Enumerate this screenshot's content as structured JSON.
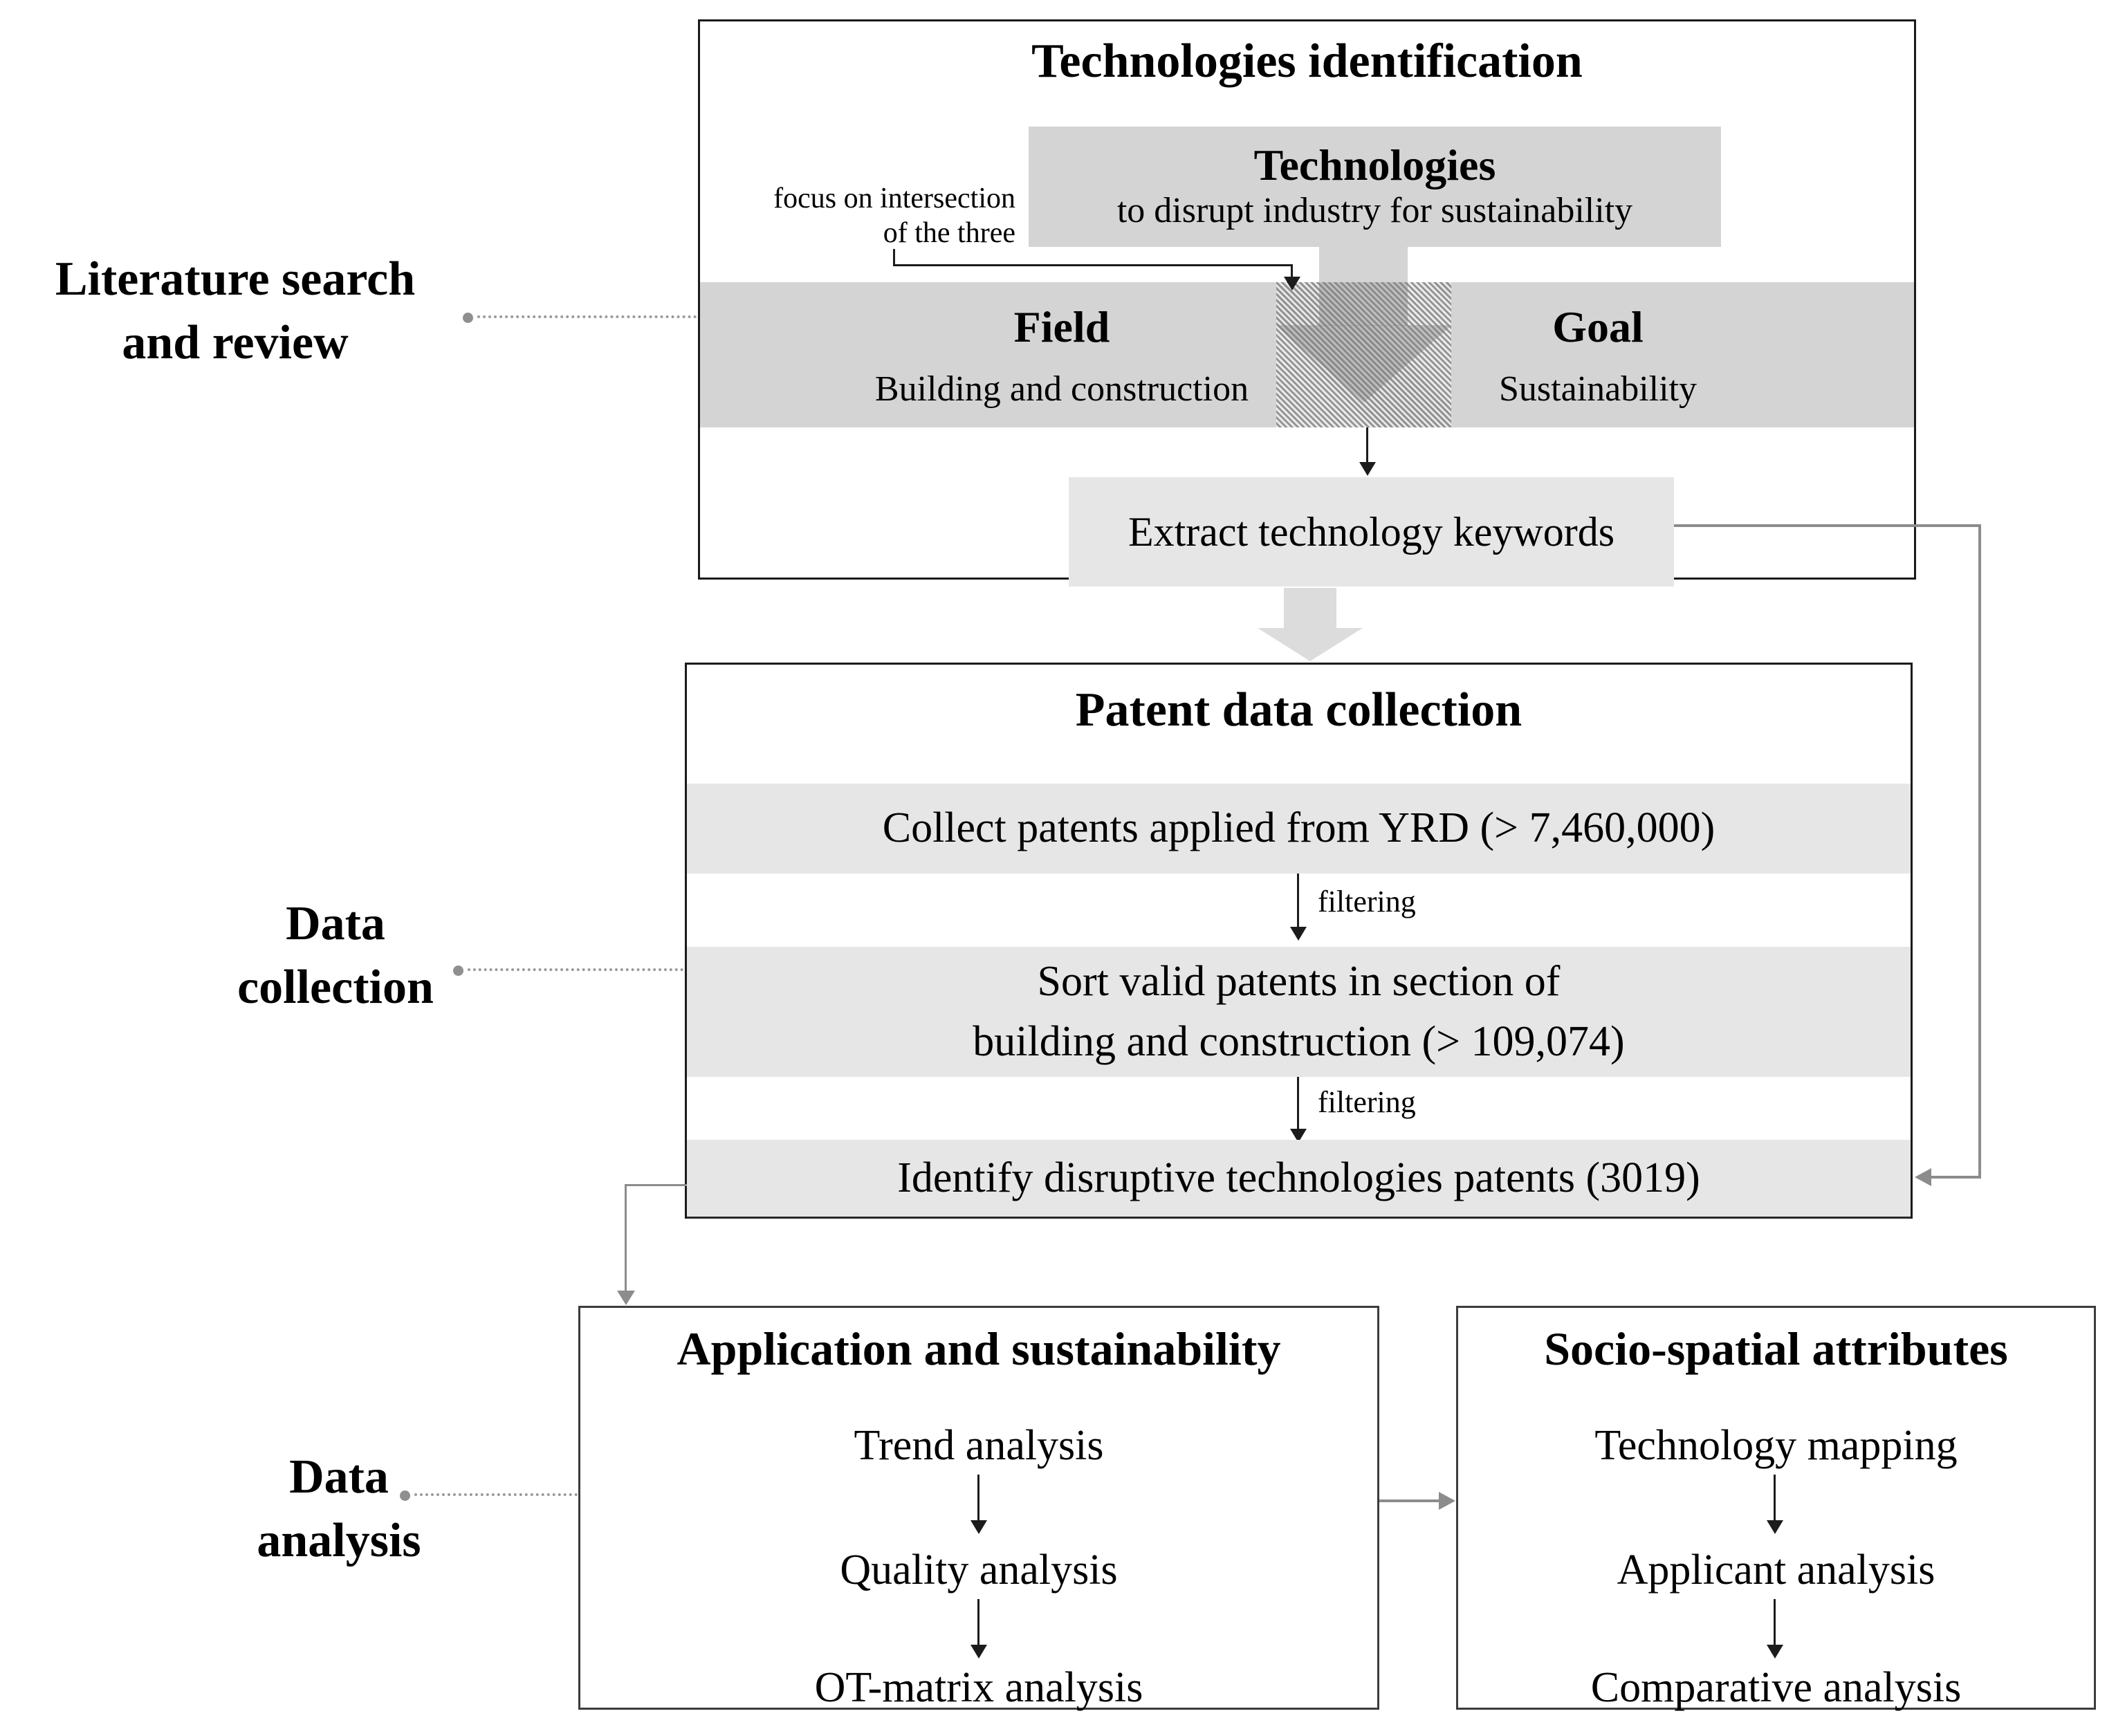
{
  "stage_labels": {
    "literature": {
      "line1": "Literature search",
      "line2": "and review"
    },
    "collection": {
      "line1": "Data",
      "line2": "collection"
    },
    "analysis": {
      "line1": "Data",
      "line2": "analysis"
    }
  },
  "tech_identification": {
    "title": "Technologies identification",
    "technologies_box": {
      "title": "Technologies",
      "subtitle": "to disrupt industry for sustainability"
    },
    "focus_note": {
      "line1": "focus on intersection",
      "line2": "of the three"
    },
    "field_panel": {
      "title": "Field",
      "subtitle": "Building and construction"
    },
    "goal_panel": {
      "title": "Goal",
      "subtitle": "Sustainability"
    },
    "extract_box_label": "Extract technology keywords"
  },
  "patent_collection": {
    "title": "Patent data collection",
    "steps": [
      {
        "lines": [
          "Collect patents applied from YRD (> 7,460,000)"
        ]
      },
      {
        "lines": [
          "Sort valid patents in section of",
          "building and construction (> 109,074)"
        ]
      },
      {
        "lines": [
          "Identify disruptive technologies patents (3019)"
        ]
      }
    ],
    "filter_label_1": "filtering",
    "filter_label_2": "filtering"
  },
  "application_box": {
    "title": "Application and sustainability",
    "items": [
      "Trend analysis",
      "Quality analysis",
      "OT-matrix analysis"
    ]
  },
  "socio_box": {
    "title": "Socio-spatial attributes",
    "items": [
      "Technology mapping",
      "Applicant analysis",
      "Comparative analysis"
    ]
  },
  "colors": {
    "panel_gray": "#d4d4d4",
    "band_gray": "#e6e6e6",
    "connector_gray": "#8c8c8c",
    "block_arrow_gray": "#dcdcdc",
    "line_black": "#1c1c1c",
    "background": "#ffffff"
  }
}
